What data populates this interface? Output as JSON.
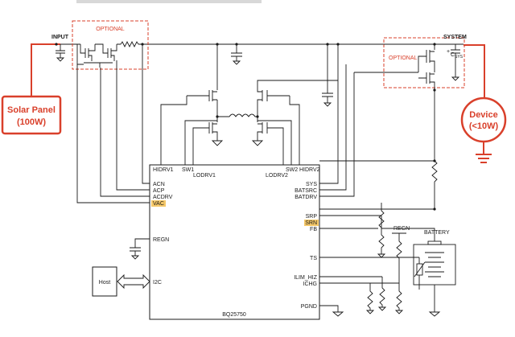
{
  "labels": {
    "input": "INPUT",
    "system": "SYSTEM",
    "optional_left": "OPTIONAL",
    "optional_right": "OPTIONAL",
    "csys": "C",
    "csys_sub": "SYS",
    "battery": "BATTERY",
    "regn_ext": "REGN",
    "host": "Host",
    "ic_name": "BQ25750"
  },
  "solar_panel": {
    "line1": "Solar Panel",
    "line2": "(100W)"
  },
  "device": {
    "line1": "Device",
    "line2": "(<10W)"
  },
  "ic_pins": {
    "hidrv1": "HIDRV1",
    "sw1": "SW1",
    "lodrv1": "LODRV1",
    "sw2": "SW2",
    "lodrv2": "LODRV2",
    "hidrv2": "HIDRV2",
    "acn": "ACN",
    "acp": "ACP",
    "acdrv": "ACDRV",
    "vac": "VAC",
    "regn": "REGN",
    "i2c": "I2C",
    "sys": "SYS",
    "batsrc": "BATSRC",
    "batdrv": "BATDRV",
    "srp": "SRP",
    "srn": "SRN",
    "fb": "FB",
    "ts": "TS",
    "ilim_hiz": "ILIM_HIZ",
    "ichg": "ICHG",
    "pgnd": "PGND"
  },
  "colors": {
    "accent": "#d9402b",
    "highlight": "#f6c96a",
    "wire": "#1a1a1a"
  }
}
